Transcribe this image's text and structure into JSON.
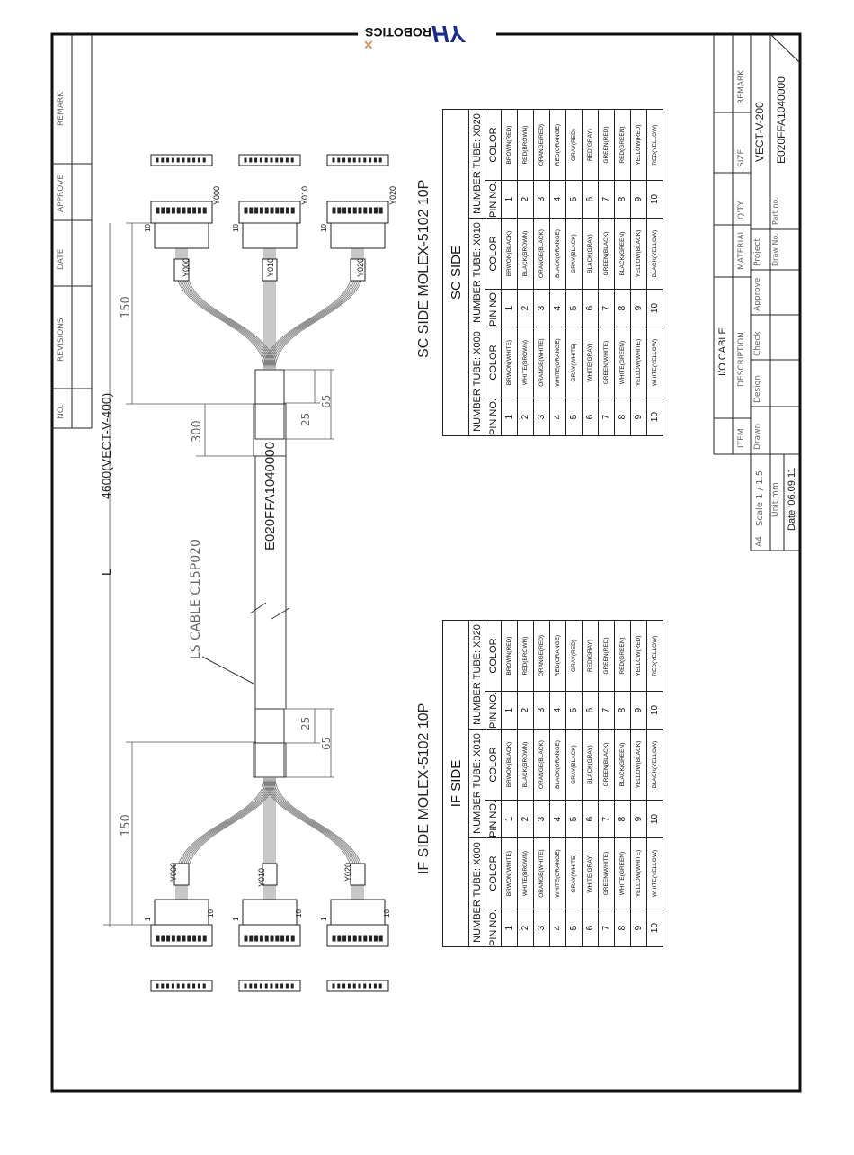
{
  "logo": {
    "text": "ROBOTICS",
    "mark": "HY"
  },
  "revisions": {
    "no": "NO.",
    "revisions": "REVISIONS",
    "date": "DATE",
    "approve": "APPROVE",
    "remark": "REMARK"
  },
  "cable": {
    "length": "4600(VECT-V-400)",
    "length_prefix": "L",
    "cable_type": "LS CABLE C15P020",
    "part_print": "E020FFA1040000",
    "dim_150": "150",
    "dim_300": "300",
    "dim_25": "25",
    "dim_65": "65",
    "tubes": [
      "Y000",
      "Y010",
      "Y020"
    ],
    "pin1": "1",
    "pin10": "10"
  },
  "if_table": {
    "title": "IF SIDE MOLEX-5102 10P",
    "side": "IF SIDE",
    "groups": [
      {
        "header": "NUMBER TUBE: X000",
        "colors": [
          "BRWON(WHITE)",
          "WHITE(BROWN)",
          "ORANGE(WHITE)",
          "WHITE(ORANGE)",
          "GRAY(WHITE)",
          "WHITE(GRAY)",
          "GREEN(WHITE)",
          "WHITE(GREEN)",
          "YELLOW(WHITE)",
          "WHITE(YELLOW)"
        ]
      },
      {
        "header": "NUMBER TUBE: X010",
        "colors": [
          "BRWON(BLACK)",
          "BLACK(BROWN)",
          "ORANGE(BLACK)",
          "BLACK(ORANGE)",
          "GRAY(BLACK)",
          "BLACK(GRAY)",
          "GREEN(BLACK)",
          "BLACK(GREEN)",
          "YELLOW(BLACK)",
          "BLACK(YELLOW)"
        ]
      },
      {
        "header": "NUMBER TUBE: X020",
        "colors": [
          "BROWN(RED)",
          "RED(BROWN)",
          "ORANGE(RED)",
          "RED(ORANGE)",
          "GRAY(RED)",
          "RED(GRAY)",
          "GREEN(RED)",
          "RED(GREEN)",
          "YELLOW(RED)",
          "RED(YELLOW)"
        ]
      }
    ]
  },
  "sc_table": {
    "title": "SC SIDE MOLEX-5102 10P",
    "side": "SC SIDE",
    "groups": [
      {
        "header": "NUMBER TUBE: X000",
        "colors": [
          "BRWON(WHITE)",
          "WHITE(BROWN)",
          "ORANGE(WHITE)",
          "WHITE(ORANGE)",
          "GRAY(WHITE)",
          "WHITE(GRAY)",
          "GREEN(WHITE)",
          "WHITE(GREEN)",
          "YELLOW(WHITE)",
          "WHITE(YELLOW)"
        ]
      },
      {
        "header": "NUMBER TUBE: X010",
        "colors": [
          "BRWON(BLACK)",
          "BLACK(BROWN)",
          "ORANGE(BLACK)",
          "BLACK(ORANGE)",
          "GRAY(BLACK)",
          "BLACK(GRAY)",
          "GREEN(BLACK)",
          "BLACK(GREEN)",
          "YELLOW(BLACK)",
          "BLACK(YELLOW)"
        ]
      },
      {
        "header": "NUMBER TUBE: X020",
        "colors": [
          "BROWN(RED)",
          "RED(BROWN)",
          "ORANGE(RED)",
          "RED(ORANGE)",
          "GRAY(RED)",
          "RED(GRAY)",
          "GREEN(RED)",
          "RED(GREEN)",
          "YELLOW(RED)",
          "RED(YELLOW)"
        ]
      }
    ]
  },
  "col_headers": {
    "pin_no": "PIN NO.",
    "color": "COLOR"
  },
  "pins": [
    "1",
    "2",
    "3",
    "4",
    "5",
    "6",
    "7",
    "8",
    "9",
    "10"
  ],
  "title_block": {
    "item": "ITEM",
    "description_label": "DESCRIPTION",
    "description": "I/O CABLE",
    "material": "MATERIAL",
    "qty": "Q'TY",
    "size": "SIZE",
    "remark": "REMARK",
    "model": "VECT-V-200",
    "drawn": "Drawn",
    "design": "Design",
    "check": "Check",
    "approve": "Approve",
    "project": "Project",
    "draw_no": "Draw No.",
    "part_no_label": "Part no.",
    "part_no": "E020FFA1040000",
    "sheet": "A4",
    "scale": "Scale 1 / 1.5",
    "unit": "Unit mm",
    "date": "Date '06.09.11"
  }
}
